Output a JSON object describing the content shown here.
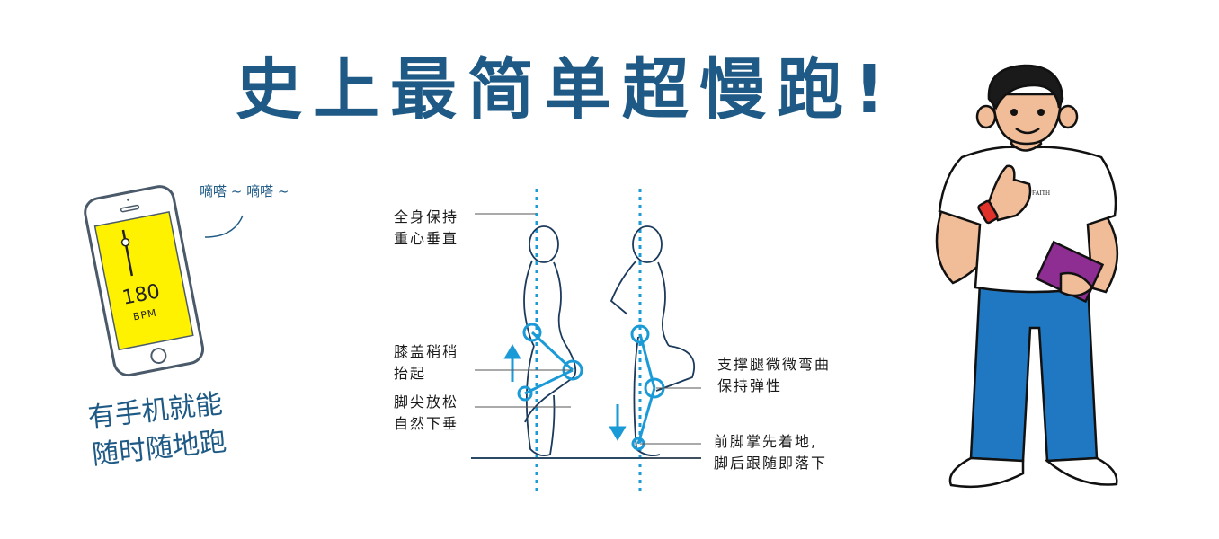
{
  "title": "史上最简单超慢跑!",
  "phone": {
    "bpm_value": "180",
    "bpm_unit": "BPM",
    "screen_color": "#fff200",
    "sound_text": "嘀嗒 ~ 嘀嗒 ~"
  },
  "slogan": {
    "line1": "有手机就能",
    "line2": "随时随地跑"
  },
  "diagram": {
    "labels": {
      "posture_line1": "全身保持",
      "posture_line2": "重心垂直",
      "knee_line1": "膝盖稍稍",
      "knee_line2": "抬起",
      "toe_line1": "脚尖放松",
      "toe_line2": "自然下垂",
      "support_line1": "支撑腿微微弯曲",
      "support_line2": "保持弹性",
      "landing_line1": "前脚掌先着地,",
      "landing_line2": "脚后跟随即落下"
    },
    "accent_color": "#1a9ad6",
    "outline_color": "#1b3a5c"
  },
  "character": {
    "shirt_logo": "FAITH",
    "pants_color": "#1f78c1",
    "skin_color": "#f0bd98",
    "book_color": "#8e2d92",
    "wristband_color": "#e0322a"
  }
}
